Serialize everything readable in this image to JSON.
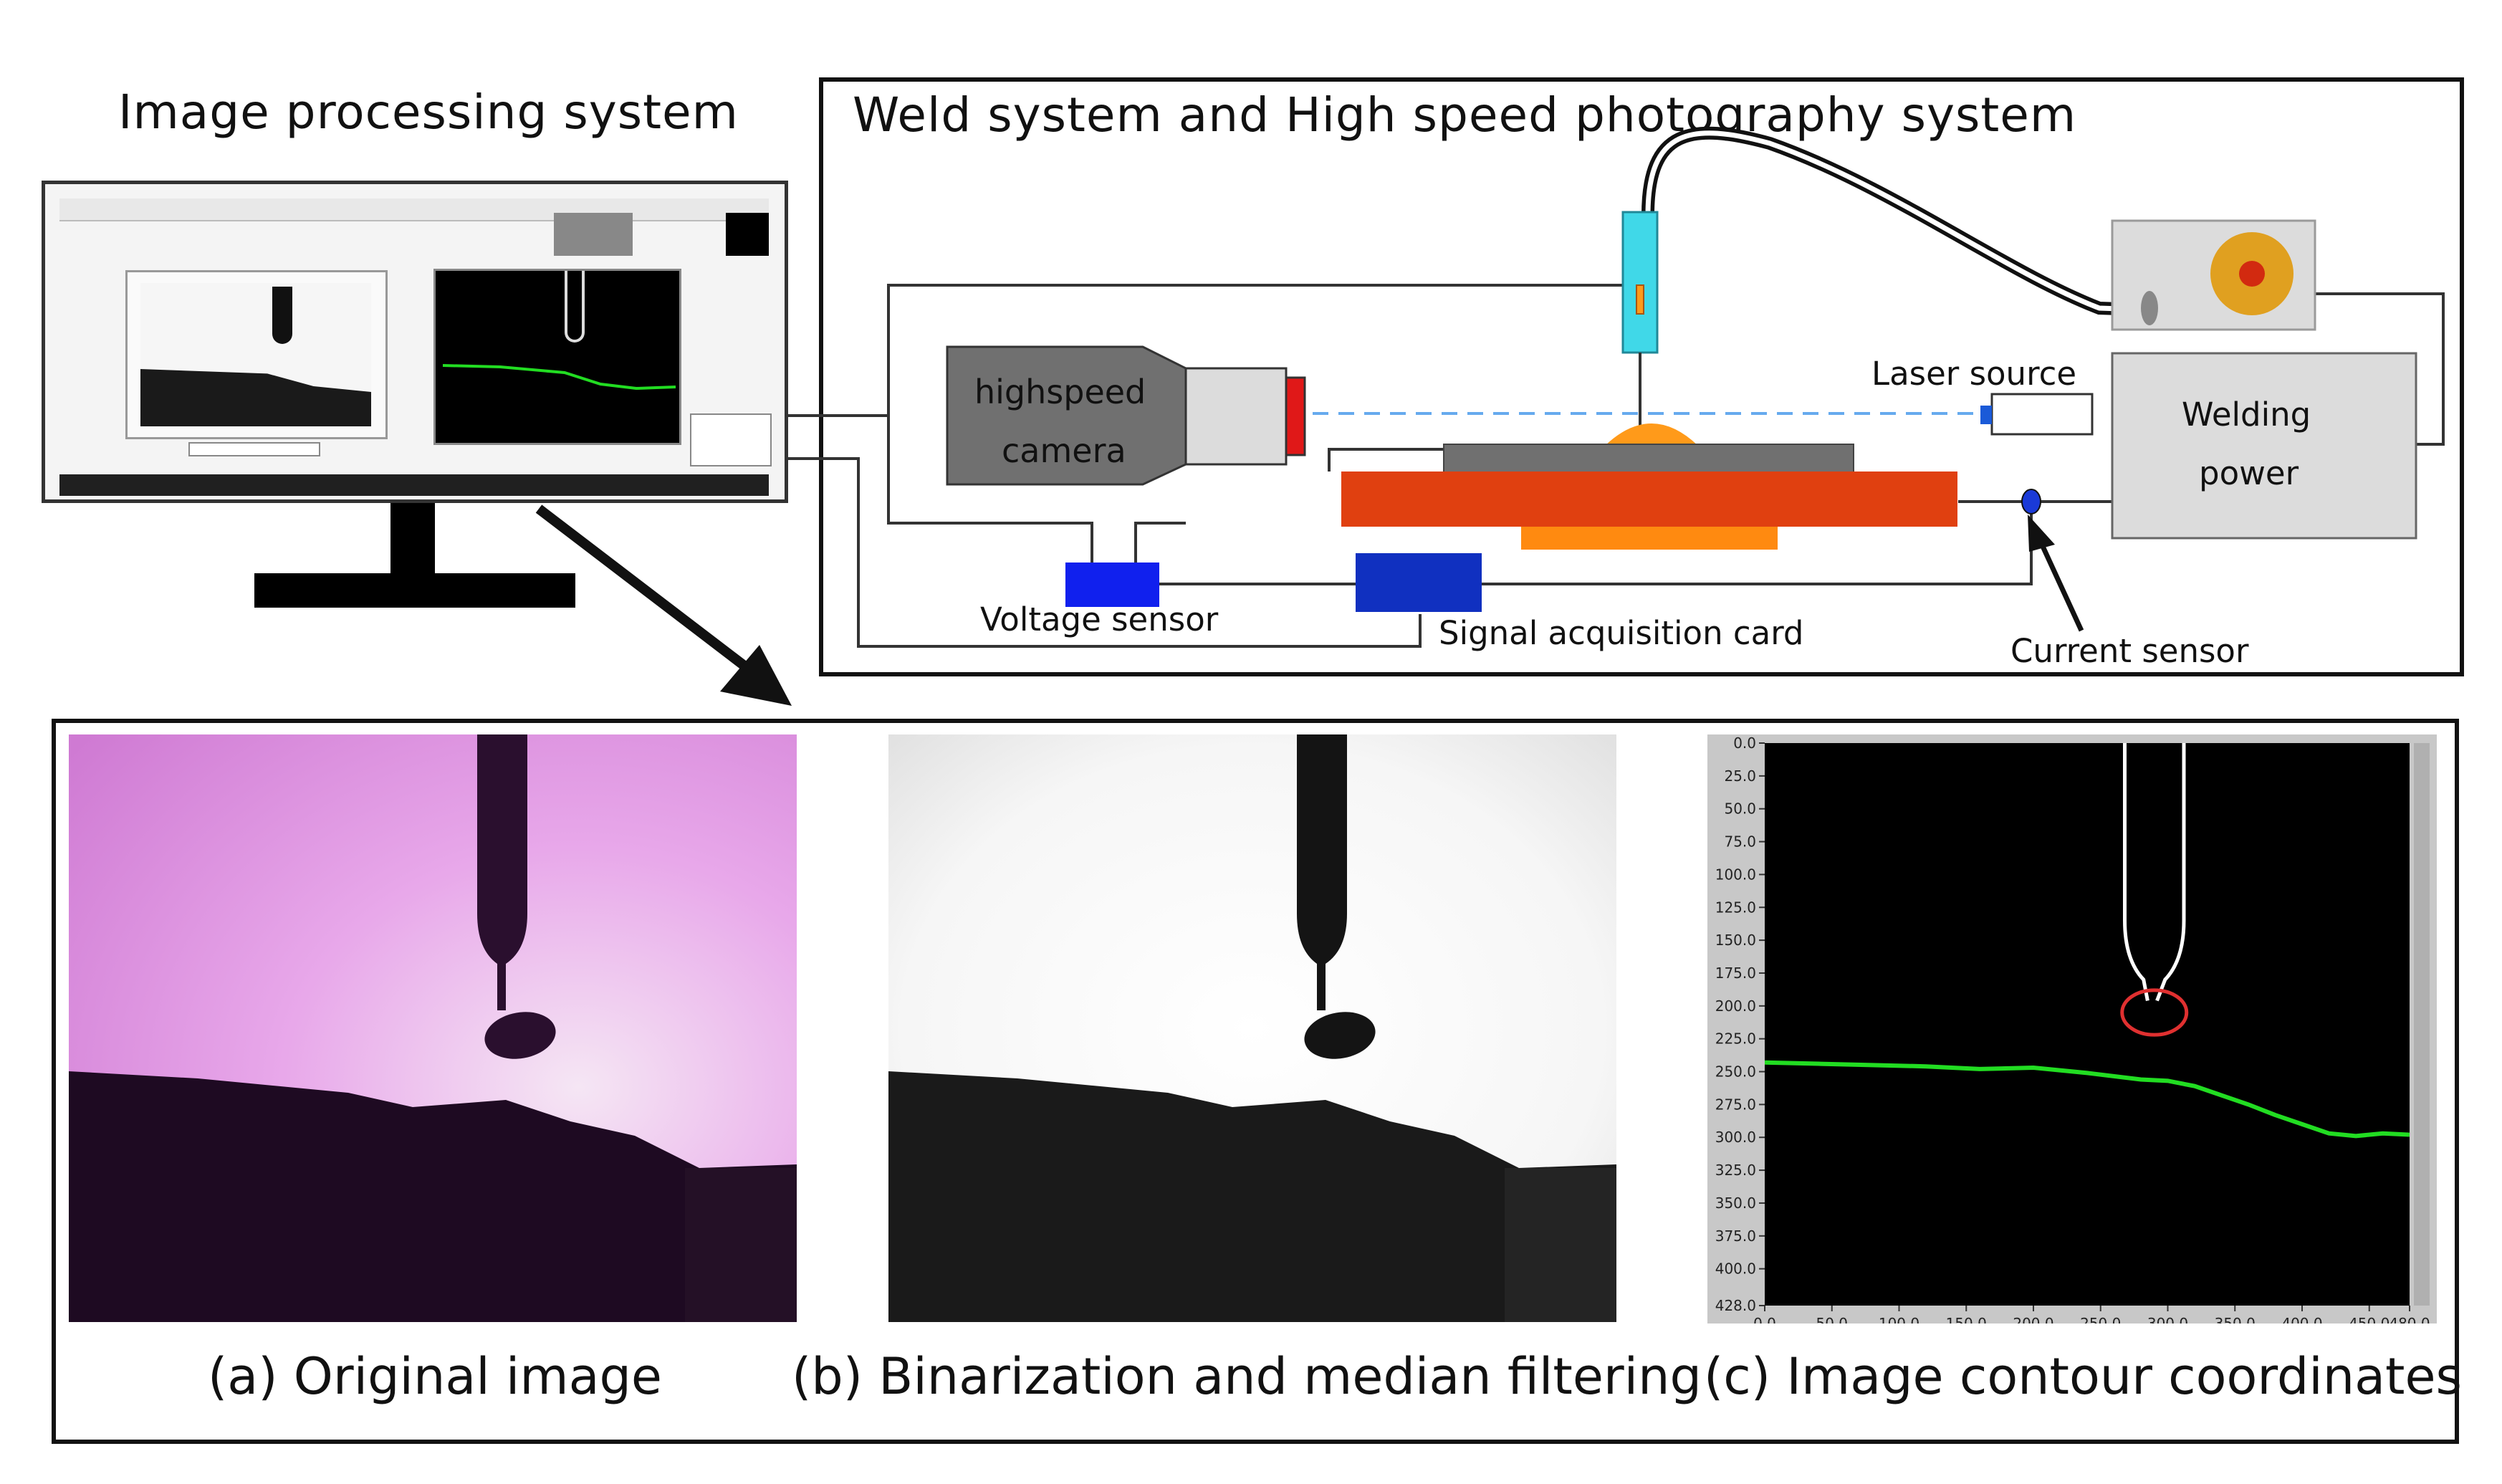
{
  "headings": {
    "image_processing": "Image processing system",
    "weld_system": "Weld system and High speed photography system"
  },
  "equipment": {
    "camera_line1": "highspeed",
    "camera_line2": "camera",
    "laser_source": "Laser source",
    "welding_power_line1": "Welding",
    "welding_power_line2": "power",
    "voltage_sensor": "Voltage sensor",
    "signal_card": "Signal acquisition card",
    "current_sensor": "Current sensor"
  },
  "captions": {
    "a": "(a)  Original image",
    "b": "(b) Binarization and median filtering",
    "c": "(c) Image contour coordinates"
  },
  "contour_plot": {
    "y_ticks": [
      "0.0",
      "25.0",
      "50.0",
      "75.0",
      "100.0",
      "125.0",
      "150.0",
      "175.0",
      "200.0",
      "225.0",
      "250.0",
      "275.0",
      "300.0",
      "325.0",
      "350.0",
      "375.0",
      "400.0",
      "428.0"
    ],
    "x_ticks": [
      "0.0",
      "50.0",
      "100.0",
      "150.0",
      "200.0",
      "250.0",
      "300.0",
      "350.0",
      "400.0",
      "450.0",
      "480.0"
    ],
    "xlim": [
      0,
      480
    ],
    "ylim": [
      0,
      428
    ],
    "surface_points": [
      [
        0,
        243
      ],
      [
        40,
        244
      ],
      [
        80,
        245
      ],
      [
        120,
        246
      ],
      [
        160,
        248
      ],
      [
        200,
        247
      ],
      [
        240,
        251
      ],
      [
        280,
        256
      ],
      [
        300,
        257
      ],
      [
        320,
        261
      ],
      [
        340,
        268
      ],
      [
        360,
        275
      ],
      [
        380,
        283
      ],
      [
        400,
        290
      ],
      [
        420,
        297
      ],
      [
        440,
        299
      ],
      [
        460,
        297
      ],
      [
        480,
        298
      ]
    ],
    "droplet_center": [
      290,
      205
    ],
    "droplet_radius": [
      24,
      17
    ]
  },
  "colors": {
    "surface_line": "#22dd22",
    "droplet_outline": "#e03030",
    "camera_body": "#707070",
    "workpiece_plate": "#e04010",
    "voltage_sensor": "#1020ee",
    "signal_card": "#1030c0",
    "nozzle": "#40d8e8",
    "arc": "#ff9a1a"
  }
}
